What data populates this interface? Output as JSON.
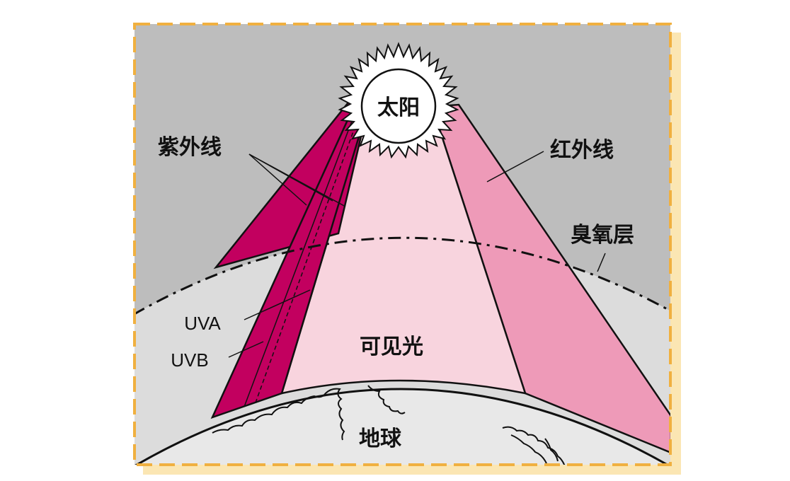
{
  "labels": {
    "sun": "太阳",
    "ultraviolet": "紫外线",
    "infrared": "红外线",
    "ozone_layer": "臭氧层",
    "uva": "UVA",
    "uvb": "UVB",
    "visible_light": "可见光",
    "earth": "地球"
  },
  "colors": {
    "sky": "#bdbdbd",
    "below_ozone": "#dcdcdc",
    "earth": "#e8e8e8",
    "ultraviolet": "#c2005f",
    "visible": "#f8d4de",
    "infrared": "#ee9ab8",
    "frame_dash": "#f0b040",
    "frame_shadow": "#fbe6b3",
    "sun": "#ffffff",
    "ink": "#111111"
  }
}
